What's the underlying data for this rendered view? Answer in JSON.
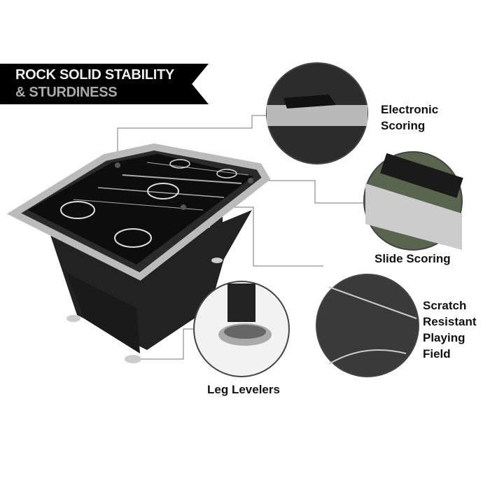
{
  "banner": {
    "line1": "ROCK SOLID STABILITY",
    "line2": "& STURDINESS"
  },
  "features": [
    {
      "label_lines": [
        "Electronic",
        "Scoring"
      ]
    },
    {
      "label_lines": [
        "Slide Scoring"
      ]
    },
    {
      "label_lines": [
        "Scratch",
        "Resistant",
        "Playing",
        "Field"
      ]
    },
    {
      "label_lines": [
        "Leg Levelers"
      ]
    }
  ]
}
